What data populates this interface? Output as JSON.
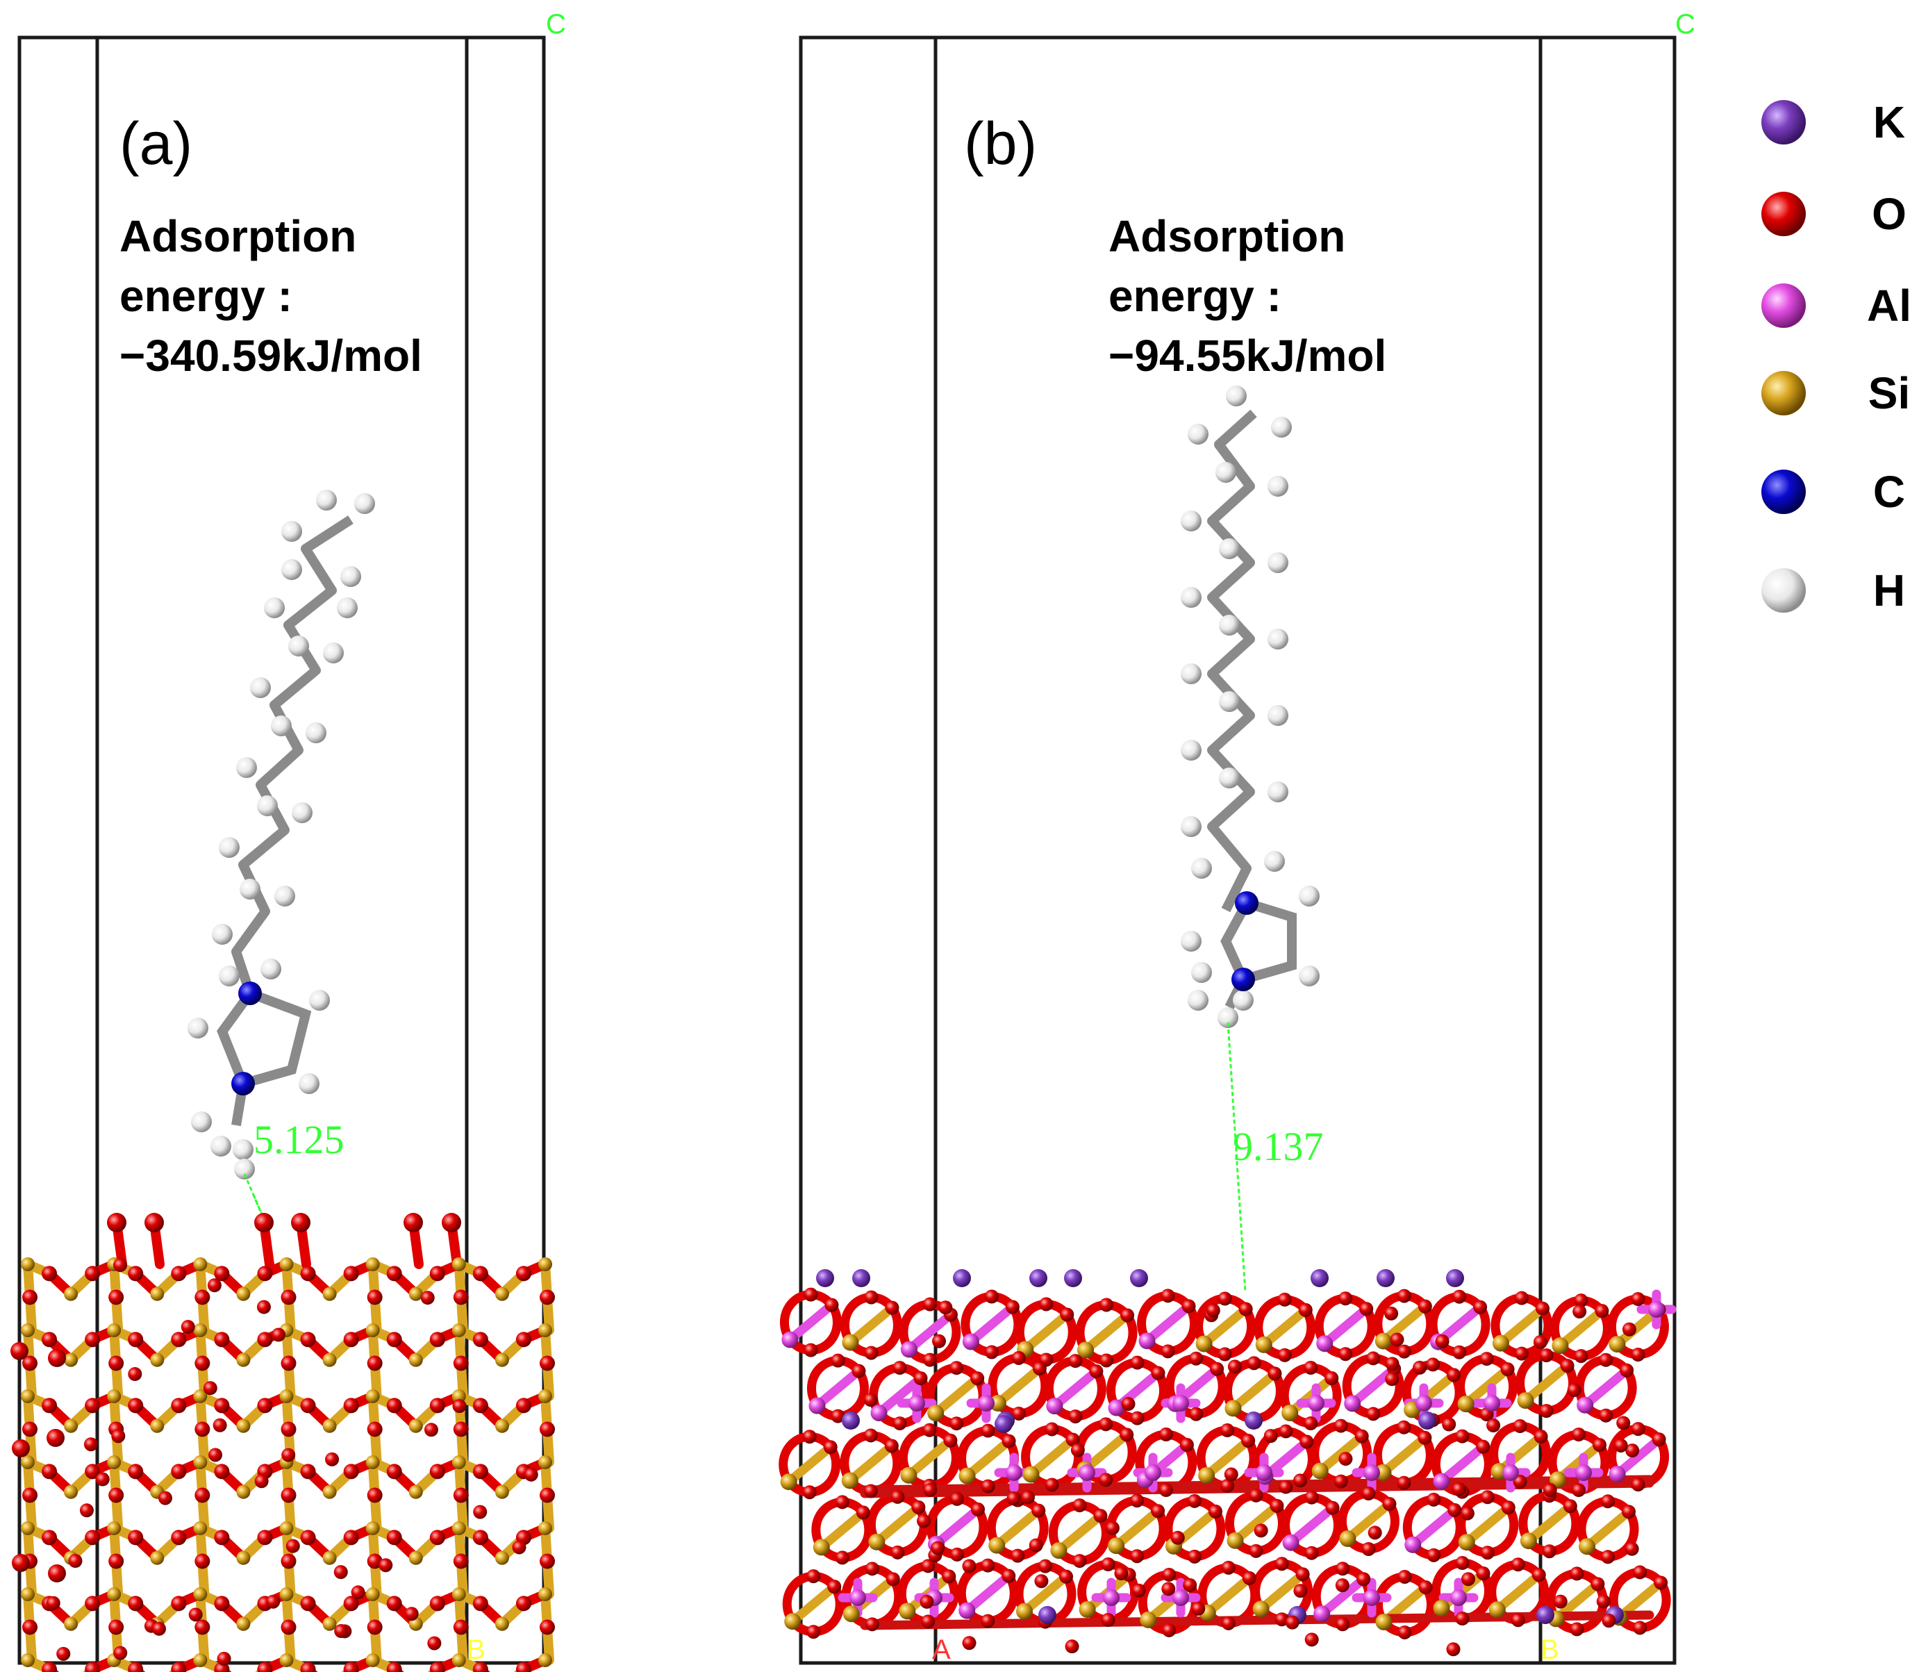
{
  "panels": [
    {
      "id": "a",
      "label": "(a)",
      "energy_line1": "Adsorption",
      "energy_line2": "energy :",
      "energy_value": "−340.59kJ/mol",
      "distance": "5.125",
      "corner_c": "C",
      "corner_b": "B"
    },
    {
      "id": "b",
      "label": "(b)",
      "energy_line1": "Adsorption",
      "energy_line2": "energy :",
      "energy_value": "−94.55kJ/mol",
      "distance": "9.137",
      "corner_c": "C",
      "corner_b": "B",
      "corner_a": "A"
    }
  ],
  "legend": [
    {
      "symbol": "K",
      "color": "#7b3fbf"
    },
    {
      "symbol": "O",
      "color": "#e00000"
    },
    {
      "symbol": "Al",
      "color": "#e34ee3"
    },
    {
      "symbol": "Si",
      "color": "#d9a520"
    },
    {
      "symbol": "C",
      "color": "#0a0ad0"
    },
    {
      "symbol": "H",
      "color": "#e8e8e8"
    }
  ],
  "colors": {
    "bond_carbon": "#8a8a8a",
    "distance_line": "#33ff33",
    "axis_c": "#33ff33",
    "axis_b": "#ffff33",
    "axis_a": "#ff3333"
  }
}
